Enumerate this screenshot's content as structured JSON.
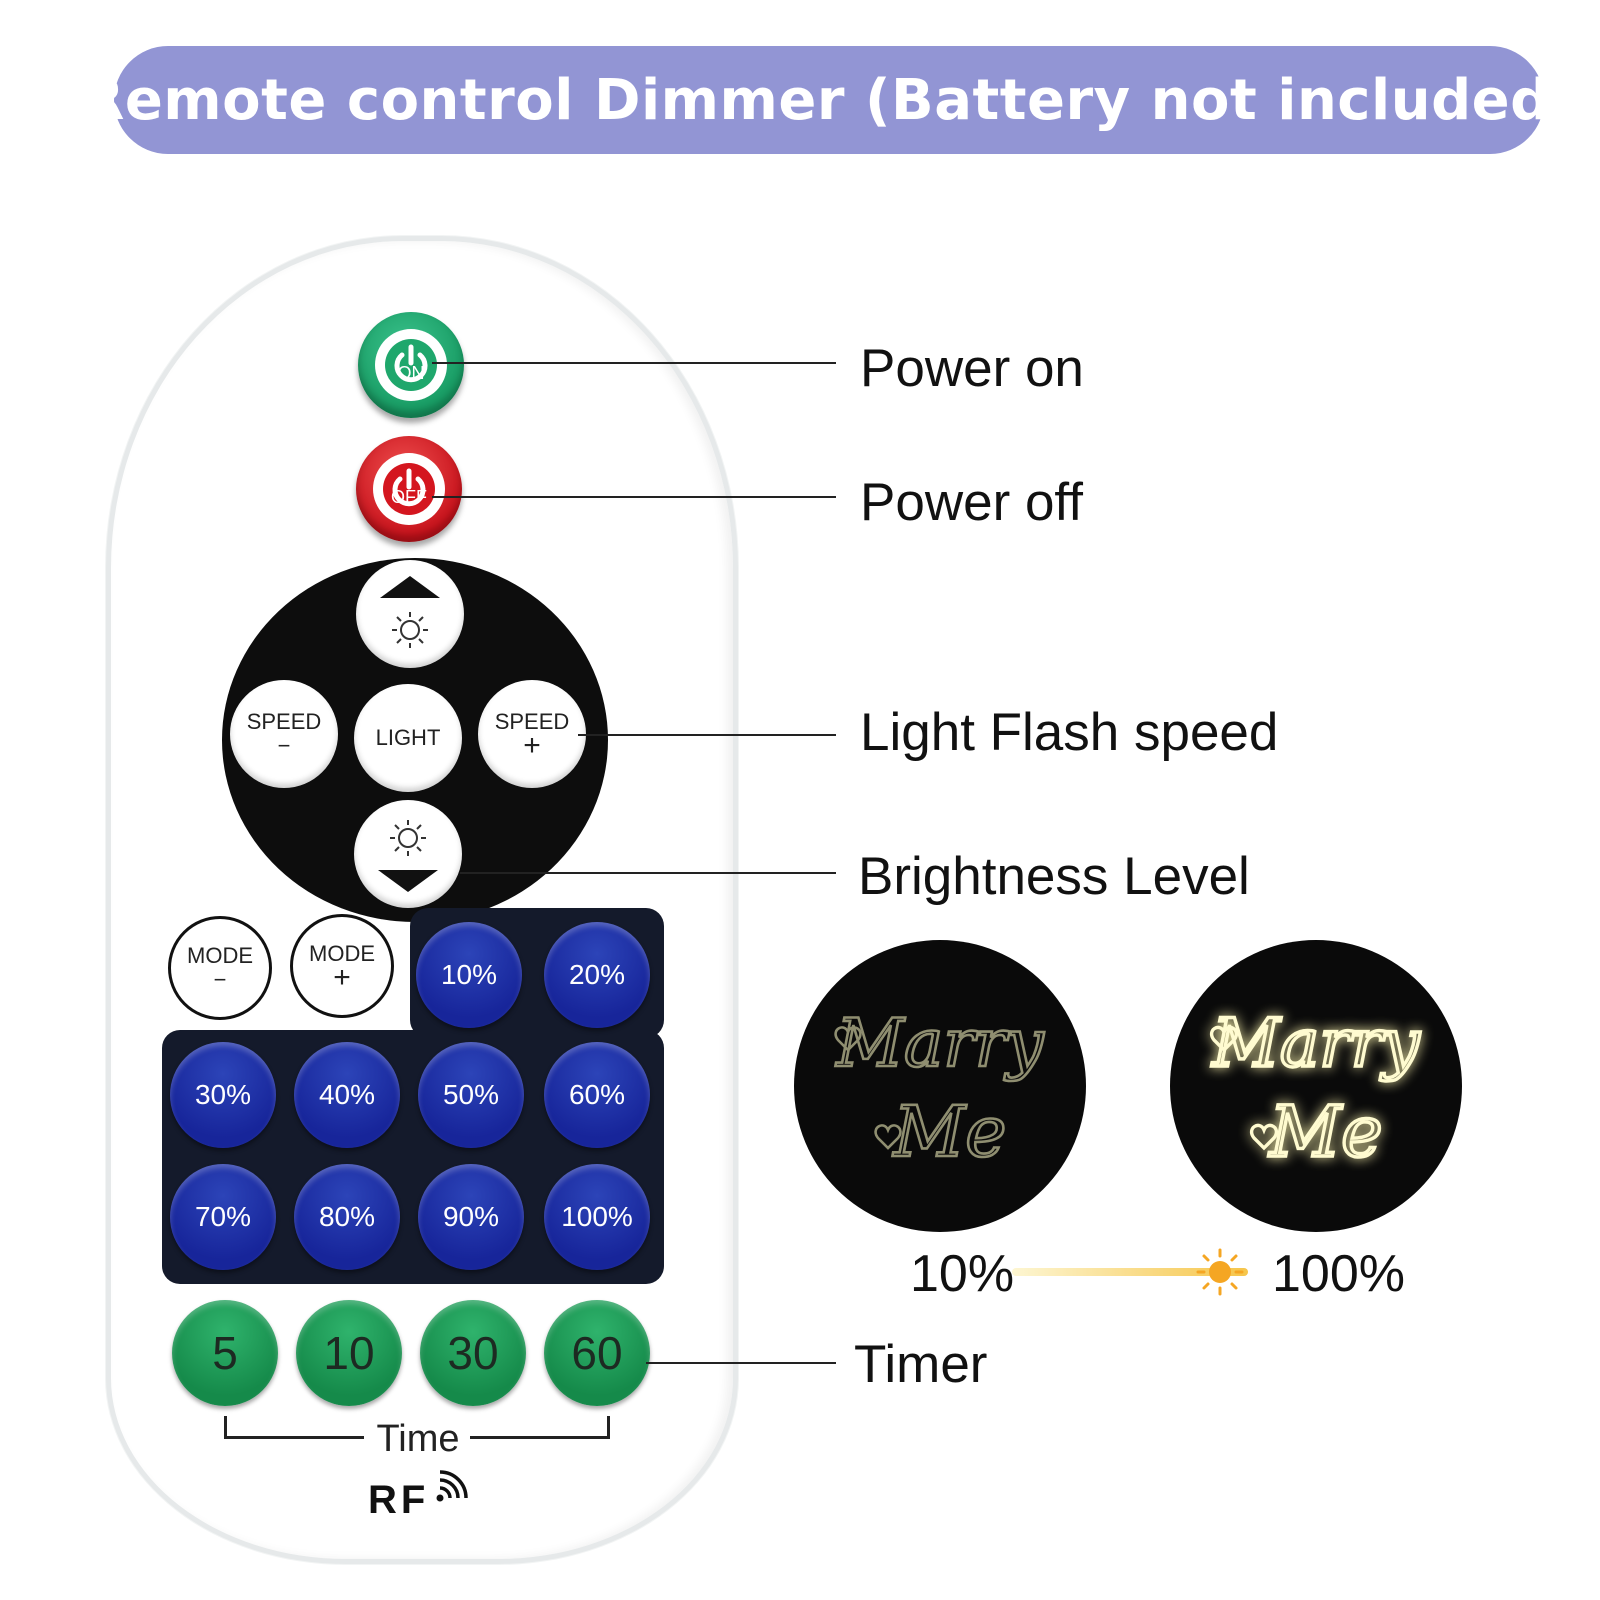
{
  "banner": {
    "title": "Remote control Dimmer (Battery not included)"
  },
  "colors": {
    "banner": "#9295d4",
    "on": "#1fa76c",
    "off": "#d4161f",
    "preset": "#1b2aa6",
    "timer": "#1d9656",
    "sun": "#f5a623"
  },
  "remote": {
    "power_on": "ON",
    "power_off": "OFF",
    "brightness_up_icon": "sun-up-icon",
    "brightness_down_icon": "sun-down-icon",
    "speed_minus": {
      "word": "SPEED",
      "sign": "−"
    },
    "speed_plus": {
      "word": "SPEED",
      "sign": "+"
    },
    "light": "LIGHT",
    "mode_minus": {
      "word": "MODE",
      "sign": "−"
    },
    "mode_plus": {
      "word": "MODE",
      "sign": "+"
    },
    "presets": [
      "10%",
      "20%",
      "30%",
      "40%",
      "50%",
      "60%",
      "70%",
      "80%",
      "90%",
      "100%"
    ],
    "timers": [
      "5",
      "10",
      "30",
      "60"
    ],
    "time_label": "Time",
    "rf_label": "RF"
  },
  "callouts": {
    "power_on": "Power on",
    "power_off": "Power off",
    "flash_speed": "Light Flash speed",
    "brightness": "Brightness Level",
    "timer": "Timer"
  },
  "demo": {
    "sign_word1": "Marry",
    "sign_word2": "Me",
    "low_label": "10%",
    "high_label": "100%",
    "low_opacity": 0.6,
    "high_opacity": 1.0
  }
}
